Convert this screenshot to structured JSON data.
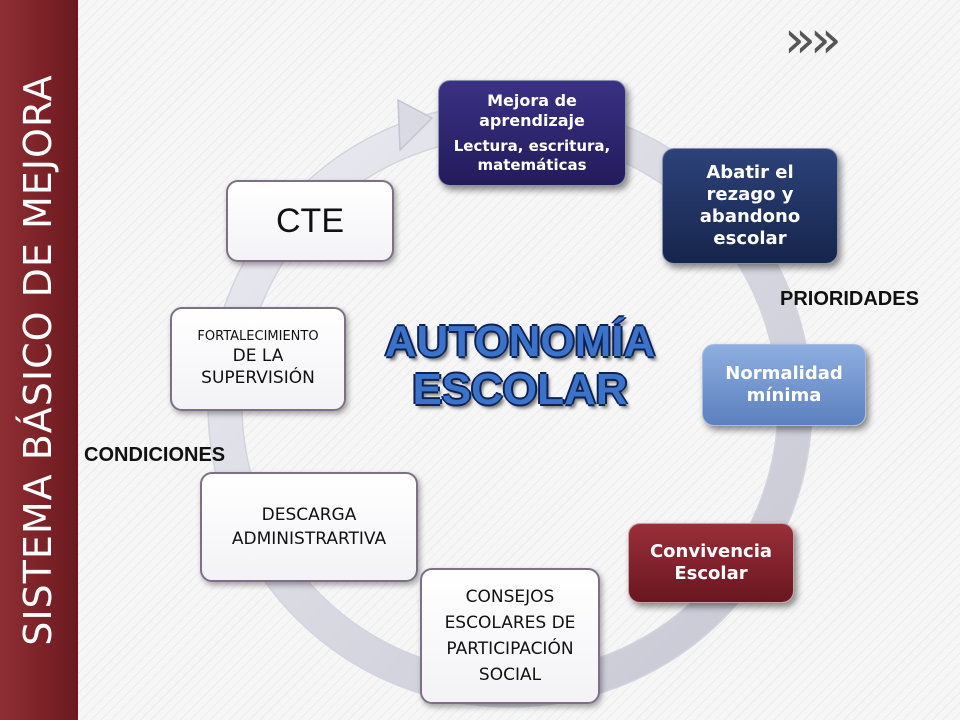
{
  "sidebar": {
    "title": "SISTEMA BÁSICO DE MEJORA"
  },
  "nav": {
    "icon": "chevron-right-triple-icon",
    "glyph": "»»"
  },
  "center_title": {
    "line1": "AUTONOMÍA",
    "line2": "ESCOLAR"
  },
  "labels": {
    "priorities": "PRIORIDADES",
    "conditions": "CONDICIONES"
  },
  "priorities": [
    {
      "line1": "Mejora de aprendizaje",
      "line2": "Lectura, escritura, matemáticas",
      "color": "#2f2670"
    },
    {
      "line1": "Abatir el rezago y abandono escolar",
      "color": "#1f3263"
    },
    {
      "line1": "Normalidad mínima",
      "color": "#6f93cf"
    },
    {
      "line1": "Convivencia Escolar",
      "color": "#7f1f2a"
    }
  ],
  "conditions": [
    {
      "text": "CTE"
    },
    {
      "small": "FORTALECIMIENTO",
      "text": "DE LA SUPERVISIÓN"
    },
    {
      "text": "DESCARGA ADMINISTRARTIVA"
    },
    {
      "text": "CONSEJOS ESCOLARES DE PARTICIPACIÓN SOCIAL"
    }
  ]
}
